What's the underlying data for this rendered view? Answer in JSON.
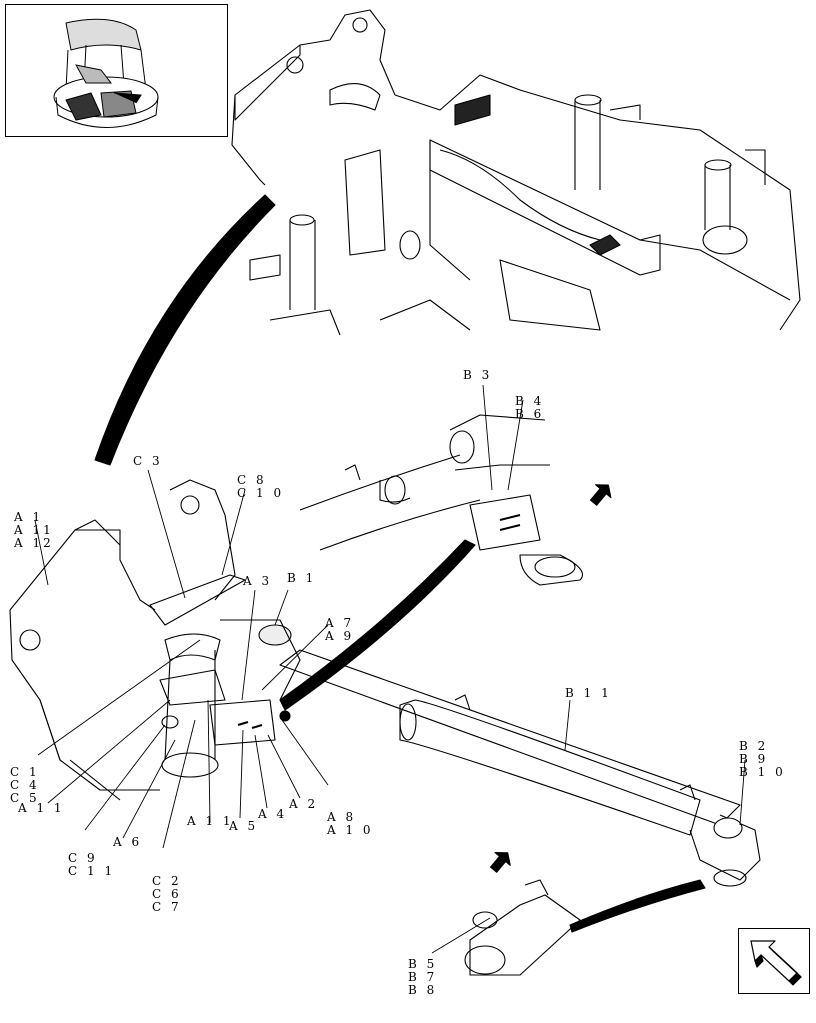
{
  "callouts": {
    "a1_group": [
      "A 1",
      "A 11",
      "A 12"
    ],
    "c3": "C 3",
    "c8_group": [
      "C 8",
      "C 1 0"
    ],
    "a3": "A 3",
    "b1": "B 1",
    "a7_group": [
      "A 7",
      "A 9"
    ],
    "b3": "B 3",
    "b4_group": [
      "B 4",
      "B 6"
    ],
    "b11": "B 1 1",
    "b2_group": [
      "B 2",
      "B 9",
      "B 1 0"
    ],
    "c1_group": [
      "C 1",
      "C 4",
      "C 5"
    ],
    "a11_left": "A 1 1",
    "c9_group": [
      "C 9",
      "C 1 1"
    ],
    "a6": "A 6",
    "c2_group": [
      "C 2",
      "C 6",
      "C 7"
    ],
    "a11_mid": "A 1 1",
    "a5": "A 5",
    "a4": "A 4",
    "a2": "A 2",
    "a8_group": [
      "A 8",
      "A 1 0"
    ],
    "b5_group": [
      "B 5",
      "B 7",
      "B 8"
    ]
  },
  "icons": {
    "thumbnail": "machine-overview-icon",
    "navigation": "next-page-arrow-icon"
  }
}
